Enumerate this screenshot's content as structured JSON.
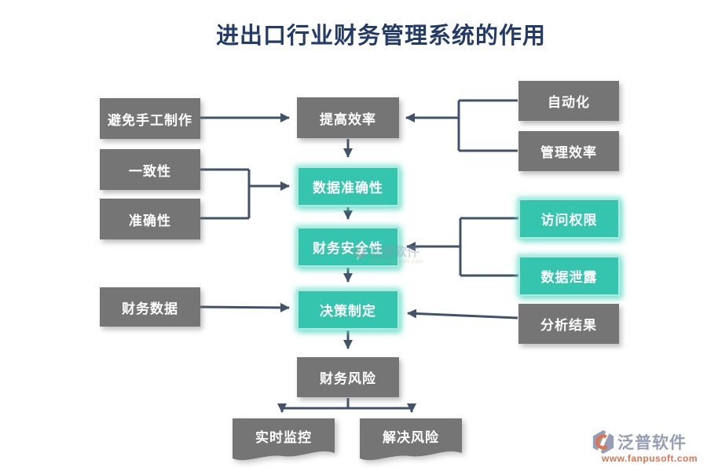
{
  "title": "进出口行业财务管理系统的作用",
  "nodes": {
    "avoid_manual": "避免手工制作",
    "consistency": "一致性",
    "accuracy": "准确性",
    "financial_data": "财务数据",
    "improve_efficiency": "提高效率",
    "data_accuracy": "数据准确性",
    "financial_security": "财务安全性",
    "decision_making": "决策制定",
    "financial_risk": "财务风险",
    "automation": "自动化",
    "management_efficiency": "管理效率",
    "access_control": "访问权限",
    "data_leakage": "数据泄露",
    "analysis_result": "分析结果",
    "realtime_monitoring": "实时监控",
    "risk_resolution": "解决风险"
  },
  "edges": [
    {
      "from": "避免手工制作",
      "to": "提高效率"
    },
    {
      "from": "自动化",
      "to": "提高效率"
    },
    {
      "from": "管理效率",
      "to": "提高效率"
    },
    {
      "from": "提高效率",
      "to": "数据准确性"
    },
    {
      "from": "一致性",
      "to": "数据准确性"
    },
    {
      "from": "准确性",
      "to": "数据准确性"
    },
    {
      "from": "数据准确性",
      "to": "财务安全性"
    },
    {
      "from": "访问权限",
      "to": "财务安全性"
    },
    {
      "from": "数据泄露",
      "to": "财务安全性"
    },
    {
      "from": "财务安全性",
      "to": "决策制定"
    },
    {
      "from": "财务数据",
      "to": "决策制定"
    },
    {
      "from": "分析结果",
      "to": "决策制定"
    },
    {
      "from": "决策制定",
      "to": "财务风险"
    },
    {
      "from": "财务风险",
      "to": "实时监控"
    },
    {
      "from": "财务风险",
      "to": "解决风险"
    }
  ],
  "watermark": {
    "brand": "泛普软件",
    "website": "www.fanpusoft.com"
  },
  "footer_logo": {
    "brand": "泛普软件",
    "website": "www.fanpusoft.com"
  },
  "colors": {
    "node_gray": "#757575",
    "node_teal": "#35C4AD",
    "connector": "#41536A",
    "title_text": "#233B68",
    "brand_text": "#959EB4",
    "brand_accent": "#DF7350"
  }
}
